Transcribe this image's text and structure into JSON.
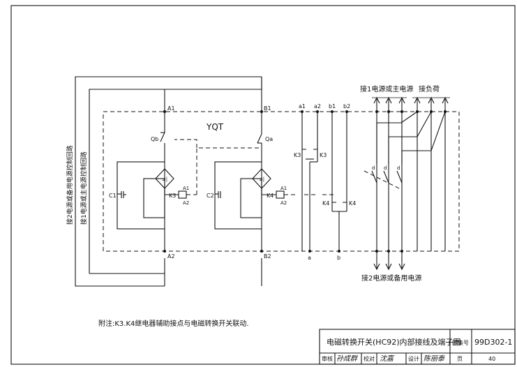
{
  "title": "YQT",
  "terminals": {
    "A1": "A1",
    "A2": "A2",
    "B1": "B1",
    "B2": "B2",
    "a1": "a1",
    "a2": "a2",
    "b1": "b1",
    "b2": "b2",
    "a": "a",
    "b": "b"
  },
  "components": {
    "Qb": "Qb",
    "Qa": "Qa",
    "C1": "C1",
    "C2": "C2",
    "K3": "K3",
    "K4": "K4",
    "coil_a1": "A1",
    "coil_a2": "A2",
    "d": "d"
  },
  "side_labels": {
    "outer": "接2电源或备用电源控制回路",
    "inner": "接1电源或主电源控制回路"
  },
  "top_labels": {
    "source1": "接1电源或主电源",
    "load": "接负荷"
  },
  "bottom_label": "接2电源或备用电源",
  "note": "附注:K3.K4继电器辅助接点与电磁转换开关联动.",
  "title_block": {
    "drawing_title": "电磁转换开关(HC92)内部接线及端子图",
    "atlas_label": "图集号",
    "atlas_no": "99D302-1",
    "review_label": "审核",
    "review_sign": "孙成群",
    "check_label": "校对",
    "check_sign": "沈嘉",
    "design_label": "设计",
    "design_sign": "陈丽泰",
    "page_label": "页",
    "page_no": "40"
  }
}
